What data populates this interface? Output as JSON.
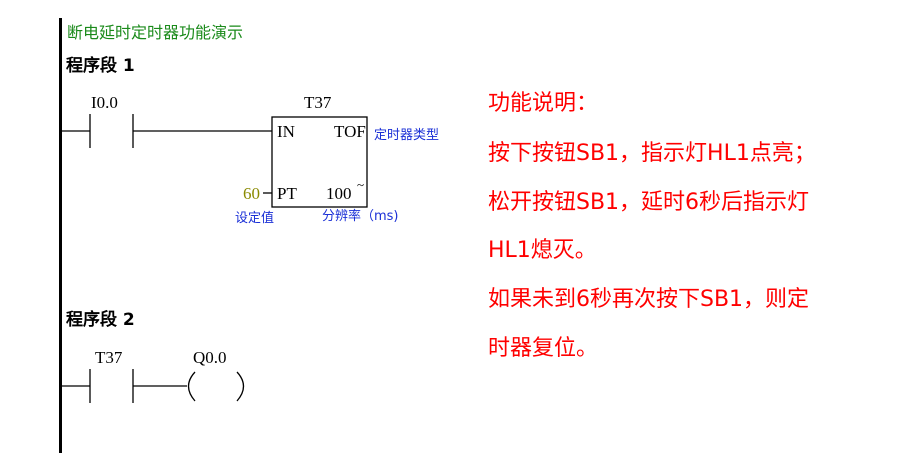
{
  "title": "断电延时定时器功能演示",
  "networks": [
    {
      "label": "程序段 1",
      "contact": "I0.0",
      "timer": {
        "name": "T37",
        "in": "IN",
        "type": "TOF",
        "pt": "PT",
        "resolution": "100",
        "preset": "60"
      }
    },
    {
      "label": "程序段 2",
      "contact": "T37",
      "coil": "Q0.0"
    }
  ],
  "annotations": {
    "timer_type": "定时器类型",
    "preset": "设定值",
    "resolution": "分辨率（ms)"
  },
  "description": [
    "功能说明：",
    "按下按钮SB1，指示灯HL1点亮；",
    "松开按钮SB1，延时6秒后指示灯",
    "HL1熄灭。",
    "如果未到6秒再次按下SB1，则定",
    "时器复位。"
  ],
  "colors": {
    "title": "#1a8a1a",
    "preset": "#8a8a00",
    "annotation": "#1a2fd6",
    "description": "#ff0000"
  }
}
